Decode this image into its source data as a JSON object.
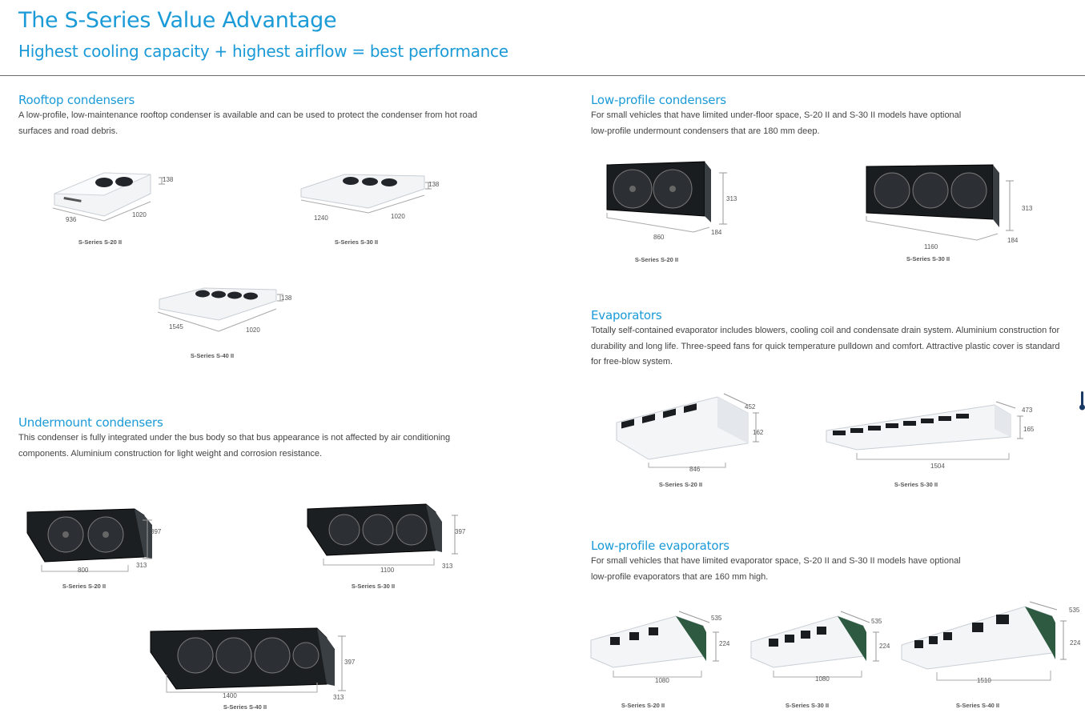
{
  "header": {
    "title": "The S-Series Value Advantage",
    "subtitle": "Highest cooling capacity + highest airflow = best performance"
  },
  "colors": {
    "accent": "#1a9ad7",
    "rule": "#6b6b6b"
  },
  "sections": {
    "rooftop": {
      "title": "Rooftop condensers",
      "text": "A low-profile, low-maintenance rooftop condenser is available and can be used to protect the condenser from hot road surfaces and road debris.",
      "products": [
        {
          "caption": "S-Series S-20 II",
          "length": "936",
          "width": "1020",
          "height": "138",
          "fans": 2
        },
        {
          "caption": "S-Series S-30 II",
          "length": "1240",
          "width": "1020",
          "height": "138",
          "fans": 3
        },
        {
          "caption": "S-Series S-40 II",
          "length": "1545",
          "width": "1020",
          "height": "138",
          "fans": 4
        }
      ]
    },
    "undermount": {
      "title": "Undermount condensers",
      "text": "This condenser is fully integrated under the bus body so that bus appearance is not affected by air conditioning components. Aluminium construction for light weight and corrosion resistance.",
      "products": [
        {
          "caption": "S-Series S-20 II",
          "length": "800",
          "height": "397",
          "depth": "313",
          "fans": 2
        },
        {
          "caption": "S-Series S-30 II",
          "length": "1100",
          "height": "397",
          "depth": "313",
          "fans": 3
        },
        {
          "caption": "S-Series S-40 II",
          "length": "1400",
          "height": "397",
          "depth": "313",
          "fans": 4
        }
      ]
    },
    "lowprofile_condensers": {
      "title": "Low-profile condensers",
      "text": "For small vehicles that have limited under-floor space, S-20 II and S-30 II models have optional low-profile undermount condensers that are 180 mm deep.",
      "products": [
        {
          "caption": "S-Series S-20 II",
          "length": "860",
          "height": "313",
          "depth": "184",
          "fans": 2
        },
        {
          "caption": "S-Series S-30 II",
          "length": "1160",
          "height": "313",
          "depth": "184",
          "fans": 3
        }
      ]
    },
    "evaporators": {
      "title": "Evaporators",
      "text": "Totally self-contained evaporator includes blowers, cooling coil and condensate drain system. Aluminium construction for durability and long life. Three-speed fans for quick temperature pulldown and comfort. Attractive plastic cover is standard for free-blow system.",
      "products": [
        {
          "caption": "S-Series S-20 II",
          "length": "846",
          "depth": "452",
          "height": "162",
          "vents": 4
        },
        {
          "caption": "S-Series S-30 II",
          "length": "1504",
          "depth": "473",
          "height": "165",
          "vents": 8
        }
      ]
    },
    "lowprofile_evaporators": {
      "title": "Low-profile evaporators",
      "text": "For small vehicles that have limited evaporator space, S-20 II and S-30 II models have optional low-profile evaporators that are 160 mm high.",
      "products": [
        {
          "caption": "S-Series S-20 II",
          "length": "1080",
          "depth": "535",
          "height": "224",
          "vents": 3
        },
        {
          "caption": "S-Series S-30 II",
          "length": "1080",
          "depth": "535",
          "height": "224",
          "vents": 4
        },
        {
          "caption": "S-Series S-40 II",
          "length": "1510",
          "depth": "535",
          "height": "224",
          "vents": 5
        }
      ]
    }
  }
}
